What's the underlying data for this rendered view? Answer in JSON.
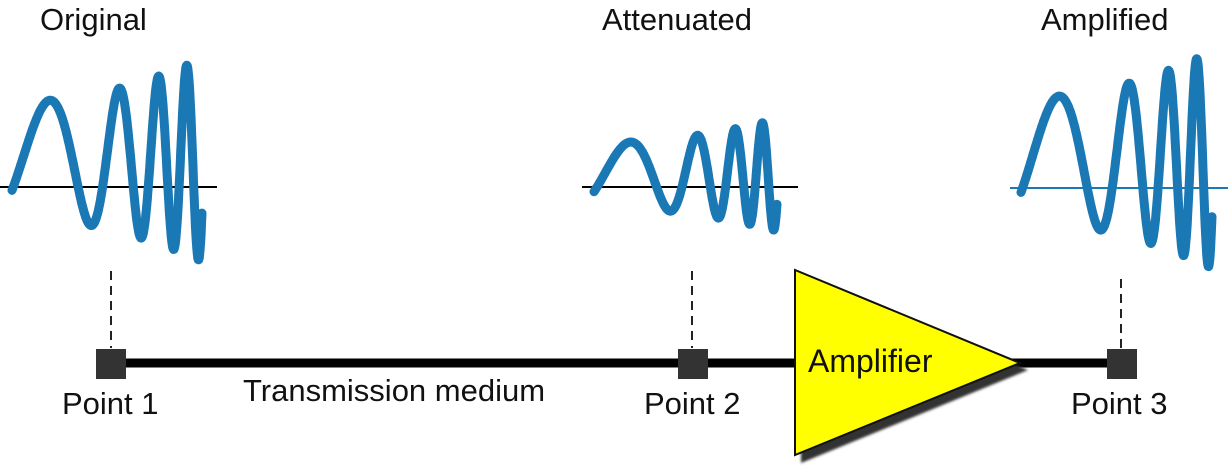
{
  "labels": {
    "original": "Original",
    "attenuated": "Attenuated",
    "amplified": "Amplified",
    "point1": "Point 1",
    "point2": "Point 2",
    "point3": "Point 3",
    "medium": "Transmission medium",
    "amplifier": "Amplifier"
  },
  "colors": {
    "signal": "#1a78b4",
    "amplifier_fill": "#ffff00",
    "line": "#000000",
    "point_marker": "#333333"
  }
}
